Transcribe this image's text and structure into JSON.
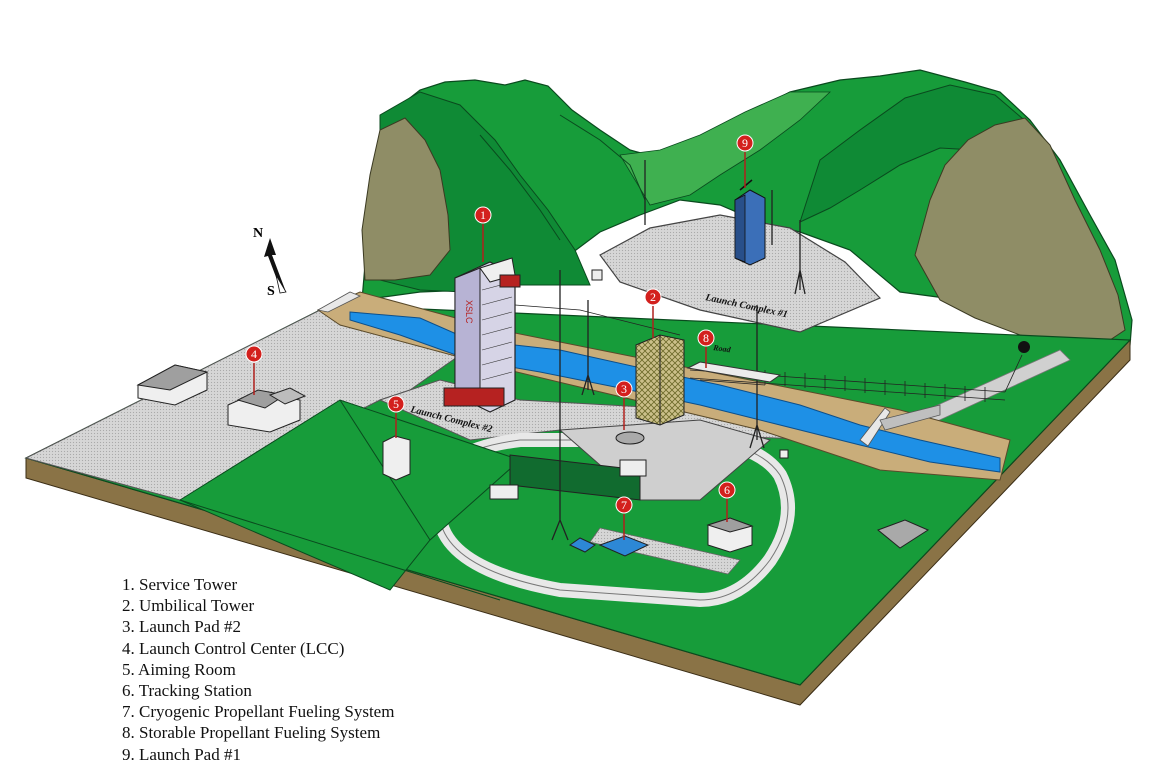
{
  "markers": [
    {
      "num": "1",
      "name": "Service Tower"
    },
    {
      "num": "2",
      "name": "Umbilical Tower"
    },
    {
      "num": "3",
      "name": "Launch Pad #2"
    },
    {
      "num": "4",
      "name": "Launch Control Center (LCC)"
    },
    {
      "num": "5",
      "name": "Aiming Room"
    },
    {
      "num": "6",
      "name": "Tracking Station"
    },
    {
      "num": "7",
      "name": "Cryogenic Propellant Fueling System"
    },
    {
      "num": "8",
      "name": "Storable Propellant Fueling System"
    },
    {
      "num": "9",
      "name": "Launch Pad #1"
    }
  ],
  "legend": [
    "1. Service Tower",
    "2. Umbilical Tower",
    "3. Launch Pad #2",
    "4. Launch Control Center (LCC)",
    "5. Aiming Room",
    "6. Tracking Station",
    "7. Cryogenic Propellant Fueling System",
    "8. Storable Propellant Fueling System",
    "9. Launch Pad #1"
  ],
  "labels": {
    "launch_complex_1": "Launch Complex #1",
    "launch_complex_2": "Launch Complex #2",
    "road_label": "Road",
    "tower_text": "XSLC"
  },
  "compass": {
    "north": "N",
    "south": "S"
  },
  "colors": {
    "grass": "#179c3a",
    "mountain_dark": "#0f8a35",
    "mountain_light": "#3fb050",
    "rock": "#8f8d66",
    "concrete": "#d9d9d9",
    "water": "#1e90e6",
    "sand": "#c9ad7a",
    "soil": "#8a7346",
    "marker_red": "#d3201d"
  }
}
